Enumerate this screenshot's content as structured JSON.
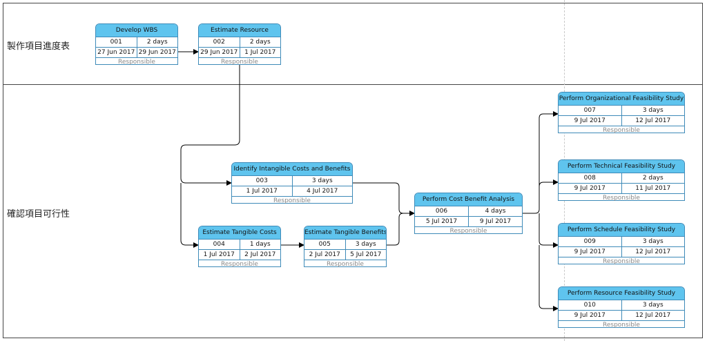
{
  "lanes": [
    {
      "id": "lane-1",
      "label": "製作項目進度表"
    },
    {
      "id": "lane-2",
      "label": "確認項目可行性"
    }
  ],
  "tasks": [
    {
      "id": "t001",
      "name": "Develop WBS",
      "code": "001",
      "duration": "2 days",
      "start": "27 Jun 2017",
      "end": "29 Jun 2017",
      "responsible": "Responsible"
    },
    {
      "id": "t002",
      "name": "Estimate Resource",
      "code": "002",
      "duration": "2 days",
      "start": "29 Jun 2017",
      "end": "1 Jul 2017",
      "responsible": "Responsible"
    },
    {
      "id": "t003",
      "name": "Identify Intangible Costs and Benefits",
      "code": "003",
      "duration": "3 days",
      "start": "1 Jul 2017",
      "end": "4 Jul 2017",
      "responsible": "Responsible"
    },
    {
      "id": "t004",
      "name": "Estimate Tangible Costs",
      "code": "004",
      "duration": "1 days",
      "start": "1 Jul 2017",
      "end": "2 Jul 2017",
      "responsible": "Responsible"
    },
    {
      "id": "t005",
      "name": "Estimate Tangible Benefits",
      "code": "005",
      "duration": "3 days",
      "start": "2 Jul 2017",
      "end": "5 Jul 2017",
      "responsible": "Responsible"
    },
    {
      "id": "t006",
      "name": "Perform Cost Benefit Analysis",
      "code": "006",
      "duration": "4 days",
      "start": "5 Jul 2017",
      "end": "9 Jul 2017",
      "responsible": "Responsible"
    },
    {
      "id": "t007",
      "name": "Perform Organizational Feasibility Study",
      "code": "007",
      "duration": "3 days",
      "start": "9 Jul 2017",
      "end": "12 Jul 2017",
      "responsible": "Responsible"
    },
    {
      "id": "t008",
      "name": "Perform Technical Feasibility Study",
      "code": "008",
      "duration": "2 days",
      "start": "9 Jul 2017",
      "end": "11 Jul 2017",
      "responsible": "Responsible"
    },
    {
      "id": "t009",
      "name": "Perform Schedule Feasibility Study",
      "code": "009",
      "duration": "3 days",
      "start": "9 Jul 2017",
      "end": "12 Jul 2017",
      "responsible": "Responsible"
    },
    {
      "id": "t010",
      "name": "Perform Resource Feasibility Study",
      "code": "010",
      "duration": "3 days",
      "start": "9 Jul 2017",
      "end": "12 Jul 2017",
      "responsible": "Responsible"
    }
  ],
  "dependencies": [
    {
      "from": "t001",
      "to": "t002"
    },
    {
      "from": "t002",
      "to": "t003"
    },
    {
      "from": "t002",
      "to": "t004"
    },
    {
      "from": "t004",
      "to": "t005"
    },
    {
      "from": "t003",
      "to": "t006"
    },
    {
      "from": "t005",
      "to": "t006"
    },
    {
      "from": "t006",
      "to": "t007"
    },
    {
      "from": "t006",
      "to": "t008"
    },
    {
      "from": "t006",
      "to": "t009"
    },
    {
      "from": "t006",
      "to": "t010"
    }
  ],
  "colors": {
    "header": "#5fc4ee",
    "border": "#3d8ab8",
    "line": "#000000"
  }
}
